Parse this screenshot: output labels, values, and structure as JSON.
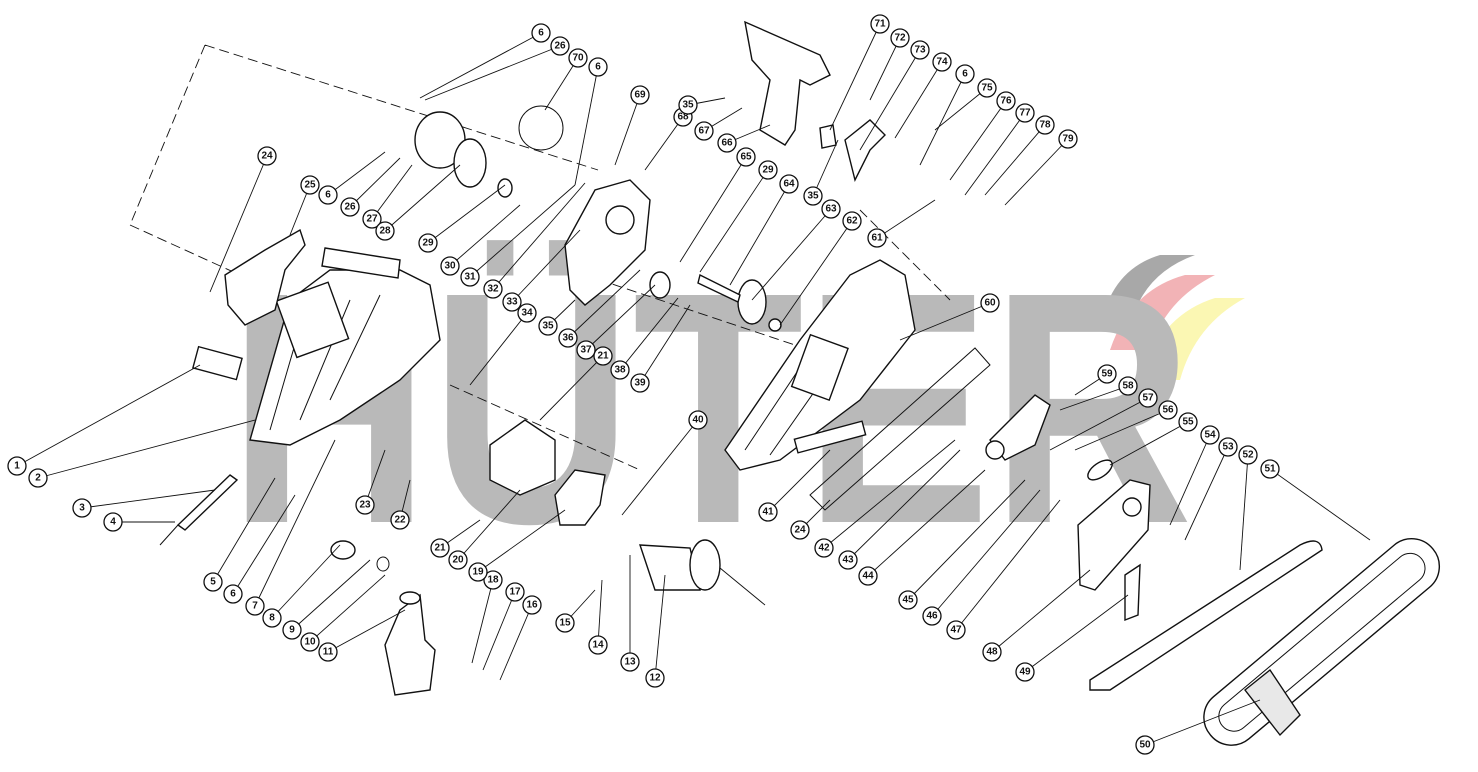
{
  "diagram": {
    "watermark_logo": "HÜTER",
    "colors": {
      "watermark": "#b9b9b9",
      "logo_gray": "#a8a8a8",
      "logo_pink": "#f2b3b6",
      "logo_yellow": "#fbf7b3",
      "line": "#111111"
    },
    "callouts": [
      "1",
      "2",
      "3",
      "4",
      "5",
      "6",
      "7",
      "8",
      "9",
      "10",
      "11",
      "12",
      "13",
      "14",
      "15",
      "16",
      "17",
      "18",
      "19",
      "20",
      "21",
      "22",
      "23",
      "21",
      "24",
      "25",
      "6",
      "26",
      "27",
      "28",
      "29",
      "30",
      "31",
      "32",
      "33",
      "34",
      "35",
      "36",
      "37",
      "38",
      "39",
      "40",
      "41",
      "24",
      "42",
      "43",
      "44",
      "45",
      "46",
      "47",
      "48",
      "49",
      "50",
      "51",
      "52",
      "53",
      "54",
      "55",
      "56",
      "57",
      "58",
      "59",
      "60",
      "61",
      "62",
      "63",
      "64",
      "65",
      "29",
      "35",
      "66",
      "67",
      "68",
      "69",
      "35",
      "70",
      "6",
      "26",
      "6",
      "71",
      "72",
      "73",
      "74",
      "6",
      "75",
      "76",
      "77",
      "78",
      "79"
    ]
  }
}
